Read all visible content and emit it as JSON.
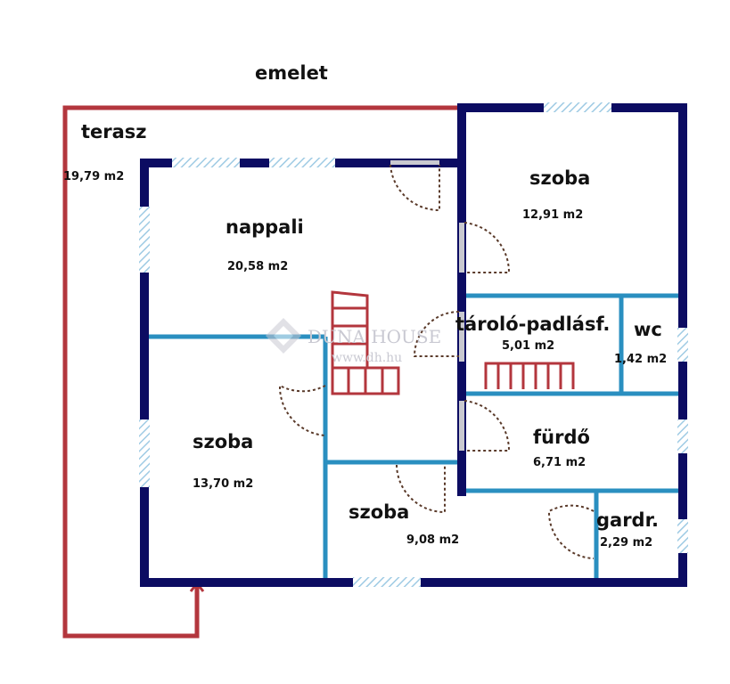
{
  "title": "emelet",
  "rooms": [
    {
      "name": "terasz",
      "area": "19,79 m2"
    },
    {
      "name": "nappali",
      "area": "20,58 m2"
    },
    {
      "name": "szoba",
      "area": "12,91 m2"
    },
    {
      "name": "tároló-padlásf.",
      "area": "5,01 m2"
    },
    {
      "name": "wc",
      "area": "1,42 m2"
    },
    {
      "name": "szoba",
      "area": "13,70 m2"
    },
    {
      "name": "fürdő",
      "area": "6,71 m2"
    },
    {
      "name": "szoba",
      "area": "9,08 m2"
    },
    {
      "name": "gardr.",
      "area": "2,29 m2"
    }
  ],
  "watermark": {
    "brand": "DUNA HOUSE",
    "url": "www.dh.hu"
  },
  "colors": {
    "outer_wall": "#0c0c62",
    "inner_wall": "#2a8fc0",
    "terrace": "#b3363d",
    "window": "#b9d9ec",
    "door_swing": "#5a3a2a",
    "stairs": "#b3363d"
  }
}
